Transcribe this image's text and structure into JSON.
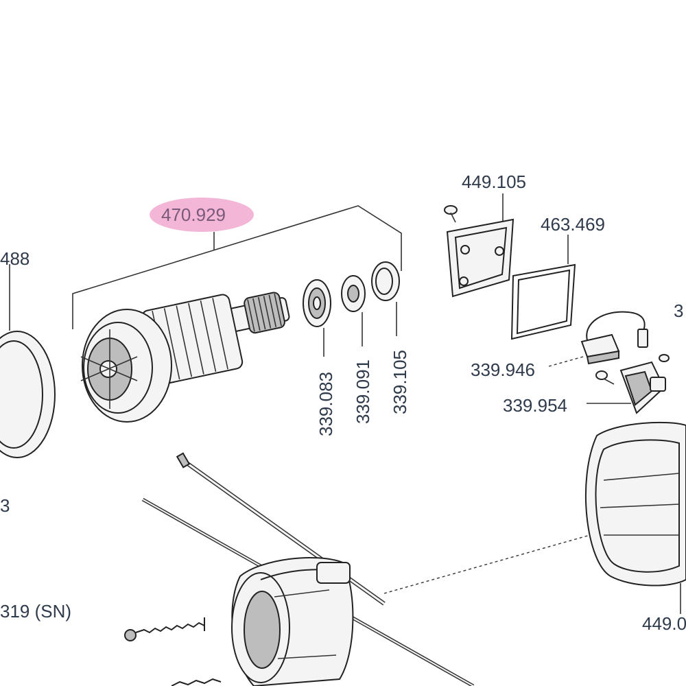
{
  "labels": {
    "l_470929": "470.929",
    "l_449105": "449.105",
    "l_463469": "463.469",
    "l_339946": "339.946",
    "l_339954": "339.954",
    "l_339083": "339.083",
    "l_339091": "339.091",
    "l_339105": "339.105",
    "l_488": "488",
    "l_319sn": "319 (SN)",
    "l_449left": "449.0",
    "l_3right": "3",
    "l_3left": "3"
  },
  "colors": {
    "highlight": "#f3b6d6",
    "label_text": "#2f3a4a",
    "line": "#333333"
  },
  "highlighted_part": "470.929"
}
